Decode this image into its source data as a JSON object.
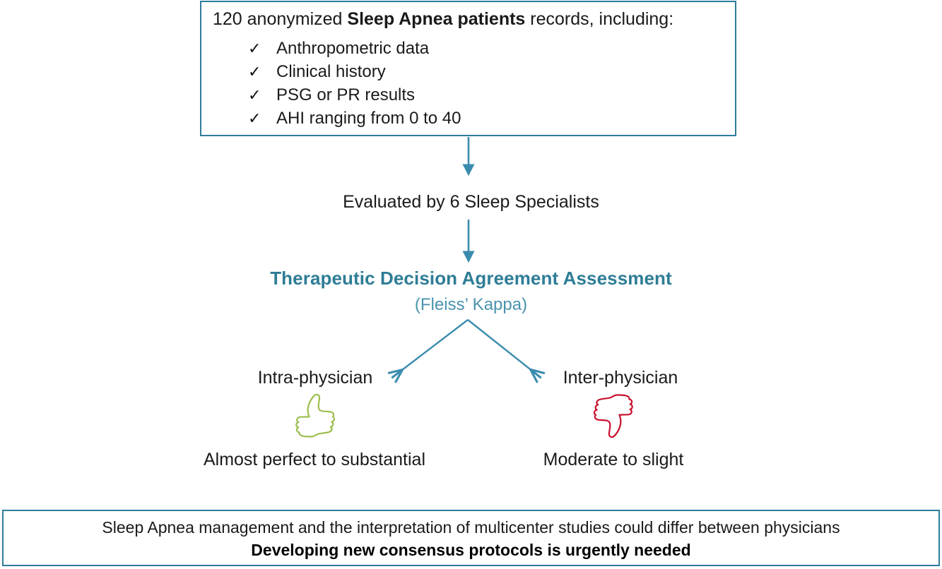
{
  "records_box": {
    "title_prefix": "120 anonymized ",
    "title_emphasis": "Sleep Apnea patients",
    "title_suffix": " records, including:",
    "check_glyph": "✓",
    "items": [
      "Anthropometric data",
      "Clinical history",
      "PSG or PR results",
      "AHI ranging from 0 to 40"
    ]
  },
  "evaluation": {
    "label": "Evaluated by 6 Sleep Specialists"
  },
  "assessment": {
    "heading": "Therapeutic Decision Agreement Assessment",
    "subtitle": "(Fleiss’ Kappa)"
  },
  "branches": {
    "left": {
      "title": "Intra-physician",
      "icon": "thumbs-up",
      "result": "Almost perfect to substantial"
    },
    "right": {
      "title": "Inter-physician",
      "icon": "thumbs-down",
      "result": "Moderate to slight"
    }
  },
  "conclusion": {
    "line_1": "Sleep Apnea management and the interpretation of multicenter studies could differ between physicians",
    "line_2": "Developing new consensus protocols is urgently needed"
  },
  "colors": {
    "border_teal": "#2E7C9B",
    "arrow_teal": "#3A8CAE",
    "heading_teal": "#2E7D96",
    "subtitle_teal": "#4A93AE",
    "thumb_up_green": "#9CBE4E",
    "thumb_down_red": "#C8102E",
    "text_black": "#1a1a1a",
    "background": "#ffffff"
  }
}
